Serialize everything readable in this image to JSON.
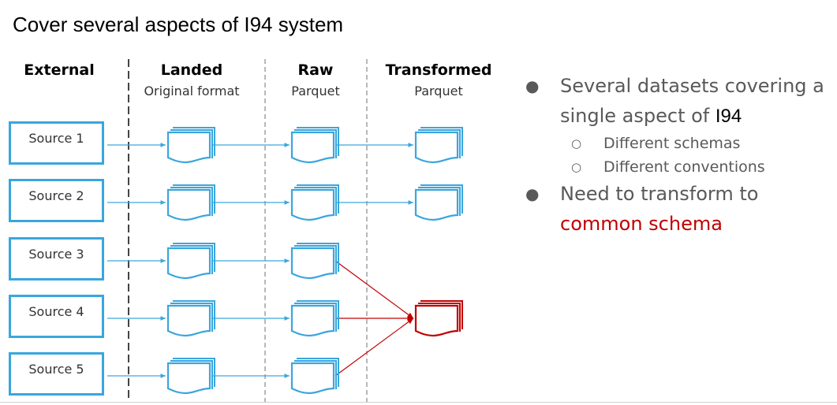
{
  "title": "Cover several aspects of I94 system",
  "columns": [
    {
      "heading": "External",
      "subtitle": ""
    },
    {
      "heading": "Landed",
      "subtitle": "Original format"
    },
    {
      "heading": "Raw",
      "subtitle": "Parquet"
    },
    {
      "heading": "Transformed",
      "subtitle": "Parquet"
    }
  ],
  "sources": [
    "Source 1",
    "Source 2",
    "Source 3",
    "Source 4",
    "Source 5"
  ],
  "bullets": {
    "b1_text": "Several datasets covering a single aspect of ",
    "b1_i94": "I94",
    "sub1": "Different schemas",
    "sub2": "Different conventions",
    "b2_text": "Need to transform to",
    "b2_red": "common schema"
  },
  "colors": {
    "primary": "#3aa6dd",
    "highlight": "#c00000",
    "divider": "#555555"
  }
}
